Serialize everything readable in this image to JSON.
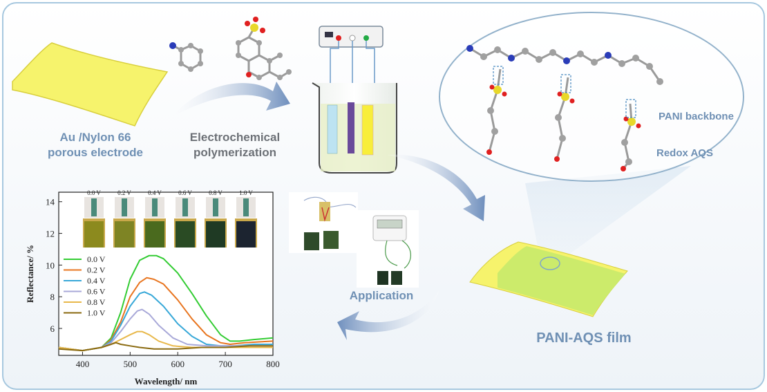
{
  "labels": {
    "electrode_line1": "Au /Nylon 66",
    "electrode_line2": "porous electrode",
    "polymerization_line1": "Electrochemical",
    "polymerization_line2": "polymerization",
    "application": "Application",
    "film": "PANI-AQS film",
    "backbone": "PANI backbone",
    "redox": "Redox AQS"
  },
  "colors": {
    "frame_border": "#a7c8df",
    "film_yellow": "#f6f36c",
    "film_green": "#c8ea6c",
    "arrow_blue": "#7f9ec4",
    "label_blue": "#6f90b4"
  },
  "photo_strip": {
    "voltages": [
      "0.0 V",
      "0.2 V",
      "0.4 V",
      "0.6 V",
      "0.8 V",
      "1.0 V"
    ],
    "sample_colors": [
      "#8c8a1e",
      "#7e8424",
      "#4a6a1e",
      "#2a4b24",
      "#1f3a24",
      "#1c2430"
    ]
  },
  "chart_data": {
    "type": "line",
    "xlabel": "Wavelength/ nm",
    "ylabel": "Reflectance/ %",
    "xlim": [
      350,
      800
    ],
    "ylim": [
      4.3,
      14.6
    ],
    "xticks": [
      400,
      500,
      600,
      700,
      800
    ],
    "yticks": [
      6,
      8,
      10,
      12,
      14
    ],
    "legend": "left",
    "series": [
      {
        "name": "0.0 V",
        "color": "#33cc33",
        "x": [
          350,
          400,
          440,
          460,
          480,
          500,
          520,
          540,
          555,
          570,
          600,
          630,
          660,
          690,
          710,
          730,
          760,
          800
        ],
        "y": [
          4.8,
          4.6,
          4.8,
          5.4,
          7.0,
          9.1,
          10.3,
          10.6,
          10.6,
          10.4,
          9.5,
          8.2,
          6.8,
          5.6,
          5.2,
          5.2,
          5.3,
          5.4
        ]
      },
      {
        "name": "0.2 V",
        "color": "#e8741e",
        "x": [
          350,
          400,
          440,
          460,
          480,
          500,
          520,
          535,
          550,
          570,
          600,
          630,
          660,
          690,
          710,
          740,
          800
        ],
        "y": [
          4.8,
          4.6,
          4.8,
          5.3,
          6.4,
          8.0,
          8.9,
          9.2,
          9.1,
          8.8,
          7.8,
          6.6,
          5.6,
          5.1,
          5.0,
          5.1,
          5.2
        ]
      },
      {
        "name": "0.4 V",
        "color": "#38a8d8",
        "x": [
          350,
          400,
          440,
          460,
          480,
          500,
          520,
          530,
          545,
          570,
          600,
          630,
          660,
          690,
          720,
          760,
          800
        ],
        "y": [
          4.8,
          4.6,
          4.8,
          5.2,
          6.2,
          7.4,
          8.2,
          8.3,
          8.1,
          7.4,
          6.3,
          5.5,
          5.0,
          4.9,
          4.9,
          5.0,
          5.0
        ]
      },
      {
        "name": "0.6 V",
        "color": "#a8a8d8",
        "x": [
          350,
          400,
          440,
          460,
          480,
          500,
          515,
          525,
          540,
          560,
          590,
          620,
          660,
          700,
          750,
          800
        ],
        "y": [
          4.8,
          4.6,
          4.8,
          5.1,
          5.8,
          6.6,
          7.1,
          7.2,
          6.9,
          6.2,
          5.4,
          5.0,
          4.9,
          4.9,
          4.9,
          4.9
        ]
      },
      {
        "name": "0.8 V",
        "color": "#e8b84a",
        "x": [
          350,
          400,
          440,
          460,
          480,
          500,
          515,
          525,
          540,
          560,
          590,
          630,
          680,
          740,
          800
        ],
        "y": [
          4.8,
          4.6,
          4.8,
          5.0,
          5.3,
          5.6,
          5.8,
          5.8,
          5.6,
          5.2,
          4.9,
          4.8,
          4.8,
          4.8,
          4.8
        ]
      },
      {
        "name": "1.0 V",
        "color": "#8a6a10",
        "x": [
          350,
          400,
          440,
          460,
          470,
          480,
          500,
          520,
          550,
          600,
          650,
          700,
          750,
          800
        ],
        "y": [
          4.7,
          4.6,
          4.8,
          5.0,
          5.1,
          5.0,
          4.9,
          4.8,
          4.7,
          4.7,
          4.8,
          4.8,
          4.9,
          4.9
        ]
      }
    ]
  }
}
